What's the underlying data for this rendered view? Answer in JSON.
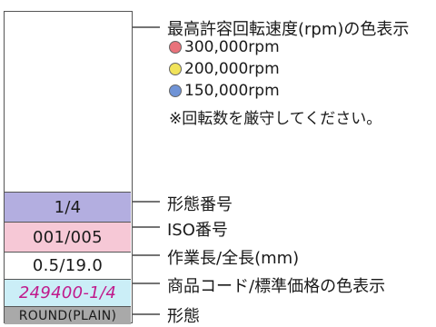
{
  "header": {
    "rpm_title": "最高許容回転速度(rpm)の色表示",
    "legend": [
      {
        "label": "300,000rpm",
        "color": "#e9737b"
      },
      {
        "label": "200,000rpm",
        "color": "#f1e35a"
      },
      {
        "label": "150,000rpm",
        "color": "#6f93d6"
      }
    ],
    "note": "※回転数を厳守してください。",
    "indicator_color": "#e9737b"
  },
  "bands": {
    "shape_number": {
      "value": "1/4",
      "bg": "#b3aee0",
      "label": "形態番号"
    },
    "iso_number": {
      "value": "001/005",
      "bg": "#f6c8d6",
      "label": "ISO番号"
    },
    "length": {
      "value": "0.5/19.0",
      "bg": "#ffffff",
      "label": "作業長/全長(mm)"
    },
    "product_code": {
      "value": "249400-1/4",
      "bg": "#cbeef7",
      "text_color": "#c01a8c",
      "label": "商品コード/標準価格の色表示"
    },
    "shape": {
      "value": "ROUND(PLAIN)",
      "bg": "#a9a9a9",
      "label": "形態"
    }
  }
}
